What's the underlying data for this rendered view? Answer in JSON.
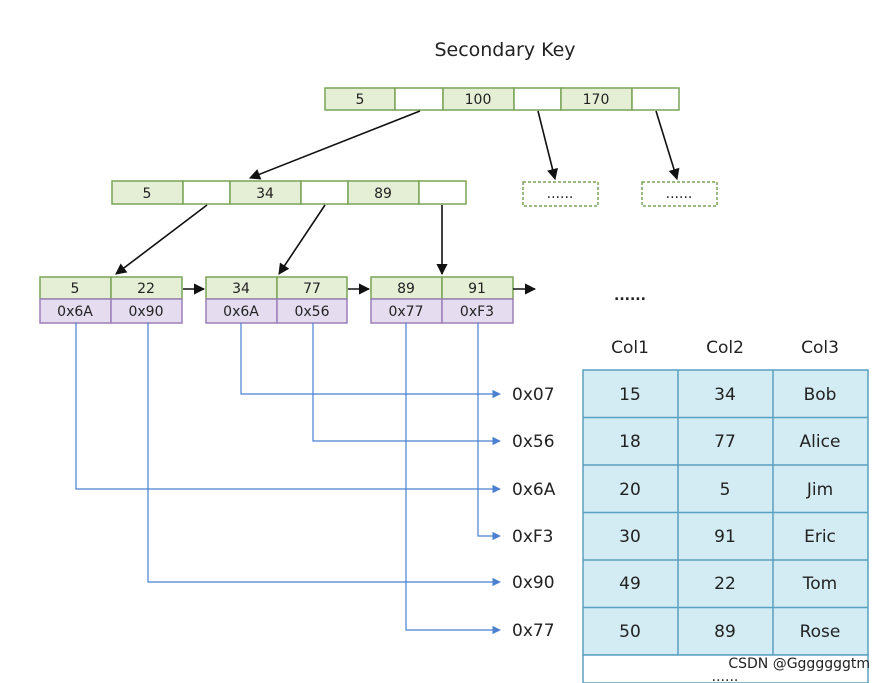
{
  "title": "Secondary Key",
  "root_node": {
    "keys": [
      "5",
      "100",
      "170"
    ]
  },
  "root_children_placeholders": [
    "......",
    "......"
  ],
  "internal_node": {
    "keys": [
      "5",
      "34",
      "89"
    ]
  },
  "leaf_nodes": [
    {
      "keys": [
        "5",
        "22"
      ],
      "pointers": [
        "0x6A",
        "0x90"
      ]
    },
    {
      "keys": [
        "34",
        "77"
      ],
      "pointers": [
        "0x6A",
        "0x56"
      ]
    },
    {
      "keys": [
        "89",
        "91"
      ],
      "pointers": [
        "0x77",
        "0xF3"
      ]
    }
  ],
  "leaf_more": "......",
  "row_addresses": [
    "0x07",
    "0x56",
    "0x6A",
    "0xF3",
    "0x90",
    "0x77"
  ],
  "table": {
    "headers": [
      "Col1",
      "Col2",
      "Col3"
    ],
    "rows": [
      [
        "15",
        "34",
        "Bob"
      ],
      [
        "18",
        "77",
        "Alice"
      ],
      [
        "20",
        "5",
        "Jim"
      ],
      [
        "30",
        "91",
        "Eric"
      ],
      [
        "49",
        "22",
        "Tom"
      ],
      [
        "50",
        "89",
        "Rose"
      ]
    ],
    "more": "......"
  },
  "watermark": "CSDN @Gggggggtm",
  "colors": {
    "key_fill": "#e4efd6",
    "key_stroke": "#7aa356",
    "pointer_fill": "#e6dcef",
    "pointer_stroke": "#9b7fb8",
    "connector": "#4a7fd1",
    "table_fill": "#d3ebf2",
    "table_stroke": "#5aa0c0"
  }
}
